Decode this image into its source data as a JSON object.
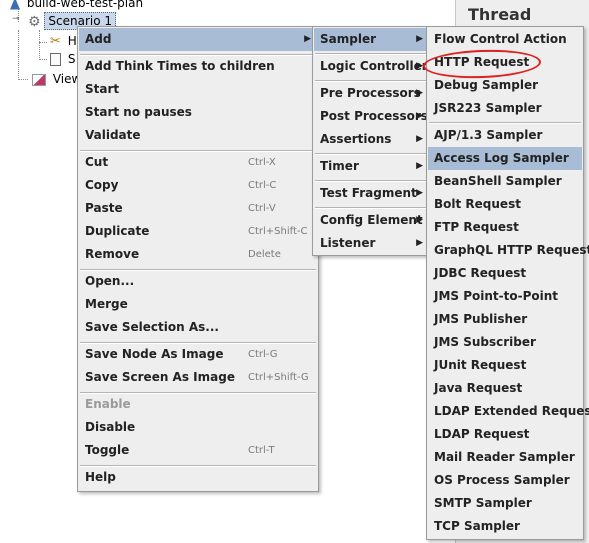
{
  "tree": {
    "root_label": "build-web-test-plan",
    "scenario_label": "Scenario 1",
    "child1_label": "H",
    "child2_label": "S",
    "view_label": "View"
  },
  "right_panel": {
    "title": "Thread Group"
  },
  "menu_main": {
    "items": [
      {
        "label": "Add",
        "shortcut": ""
      },
      {
        "label": "Add Think Times to children",
        "shortcut": ""
      },
      {
        "label": "Start",
        "shortcut": ""
      },
      {
        "label": "Start no pauses",
        "shortcut": ""
      },
      {
        "label": "Validate",
        "shortcut": ""
      },
      {
        "label": "Cut",
        "shortcut": "Ctrl-X"
      },
      {
        "label": "Copy",
        "shortcut": "Ctrl-C"
      },
      {
        "label": "Paste",
        "shortcut": "Ctrl-V"
      },
      {
        "label": "Duplicate",
        "shortcut": "Ctrl+Shift-C"
      },
      {
        "label": "Remove",
        "shortcut": "Delete"
      },
      {
        "label": "Open...",
        "shortcut": ""
      },
      {
        "label": "Merge",
        "shortcut": ""
      },
      {
        "label": "Save Selection As...",
        "shortcut": ""
      },
      {
        "label": "Save Node As Image",
        "shortcut": "Ctrl-G"
      },
      {
        "label": "Save Screen As Image",
        "shortcut": "Ctrl+Shift-G"
      },
      {
        "label": "Enable",
        "shortcut": ""
      },
      {
        "label": "Disable",
        "shortcut": ""
      },
      {
        "label": "Toggle",
        "shortcut": "Ctrl-T"
      },
      {
        "label": "Help",
        "shortcut": ""
      }
    ]
  },
  "menu_add": {
    "items": [
      {
        "label": "Sampler"
      },
      {
        "label": "Logic Controller"
      },
      {
        "label": "Pre Processors"
      },
      {
        "label": "Post Processors"
      },
      {
        "label": "Assertions"
      },
      {
        "label": "Timer"
      },
      {
        "label": "Test Fragment"
      },
      {
        "label": "Config Element"
      },
      {
        "label": "Listener"
      }
    ]
  },
  "menu_sampler": {
    "items": [
      {
        "label": "Flow Control Action"
      },
      {
        "label": "HTTP Request"
      },
      {
        "label": "Debug Sampler"
      },
      {
        "label": "JSR223 Sampler"
      },
      {
        "label": "AJP/1.3 Sampler"
      },
      {
        "label": "Access Log Sampler"
      },
      {
        "label": "BeanShell Sampler"
      },
      {
        "label": "Bolt Request"
      },
      {
        "label": "FTP Request"
      },
      {
        "label": "GraphQL HTTP Request"
      },
      {
        "label": "JDBC Request"
      },
      {
        "label": "JMS Point-to-Point"
      },
      {
        "label": "JMS Publisher"
      },
      {
        "label": "JMS Subscriber"
      },
      {
        "label": "JUnit Request"
      },
      {
        "label": "Java Request"
      },
      {
        "label": "LDAP Extended Request"
      },
      {
        "label": "LDAP Request"
      },
      {
        "label": "Mail Reader Sampler"
      },
      {
        "label": "OS Process Sampler"
      },
      {
        "label": "SMTP Sampler"
      },
      {
        "label": "TCP Sampler"
      }
    ]
  },
  "colors": {
    "highlight": "#a9bcd6",
    "annotation": "#e02020"
  }
}
